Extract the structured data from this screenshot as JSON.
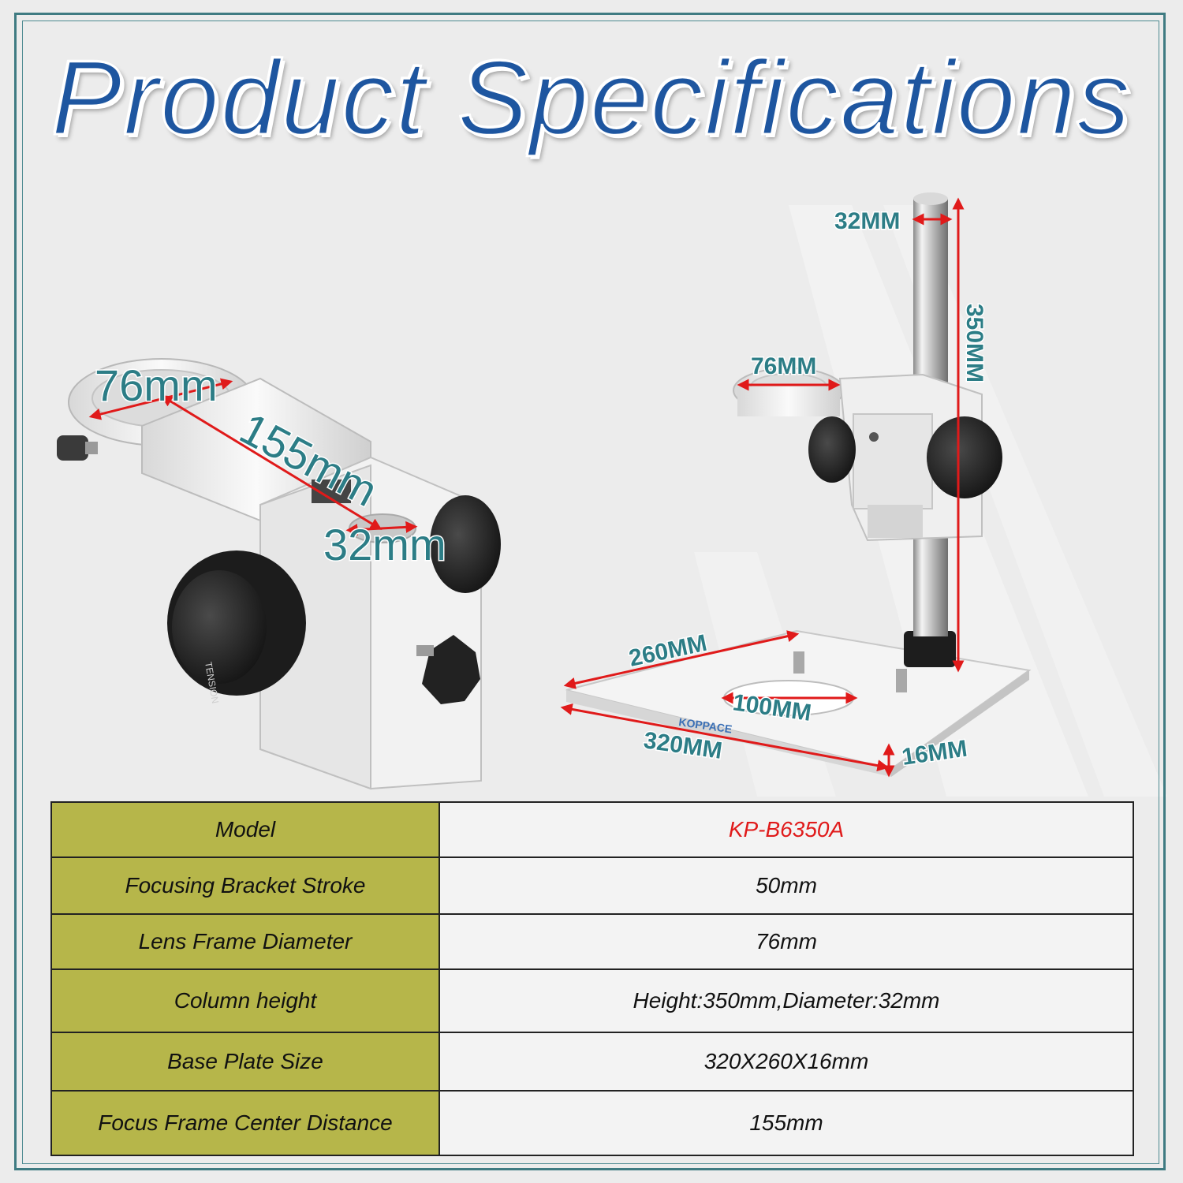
{
  "header": {
    "title": "Product Specifications"
  },
  "left_bracket": {
    "dims": {
      "lens_frame": "76mm",
      "center_distance": "155mm",
      "column_hole": "32mm"
    },
    "knob_text": "TENSION"
  },
  "right_stand": {
    "dims": {
      "column_diameter": "32MM",
      "column_height": "350MM",
      "lens_frame": "76MM",
      "base_depth": "260MM",
      "hole": "100MM",
      "base_width": "320MM",
      "thickness": "16MM"
    },
    "brand": "KOPPACE"
  },
  "spec_table": {
    "rows": [
      {
        "label": "Model",
        "value": "KP-B6350A",
        "highlight": "#e01a1a"
      },
      {
        "label": "Focusing Bracket Stroke",
        "value": "50mm"
      },
      {
        "label": "Lens Frame Diameter",
        "value": "76mm"
      },
      {
        "label": "Column height",
        "value": "Height:350mm,Diameter:32mm"
      },
      {
        "label": "Base Plate Size",
        "value": "320X260X16mm"
      },
      {
        "label": "Focus Frame Center Distance",
        "value": "155mm"
      }
    ]
  },
  "colors": {
    "title": "#1e56a0",
    "dimension": "#2c7d86",
    "arrow": "#e01a1a",
    "label_cell": "#b6b64a",
    "frame": "#3f7b82"
  }
}
